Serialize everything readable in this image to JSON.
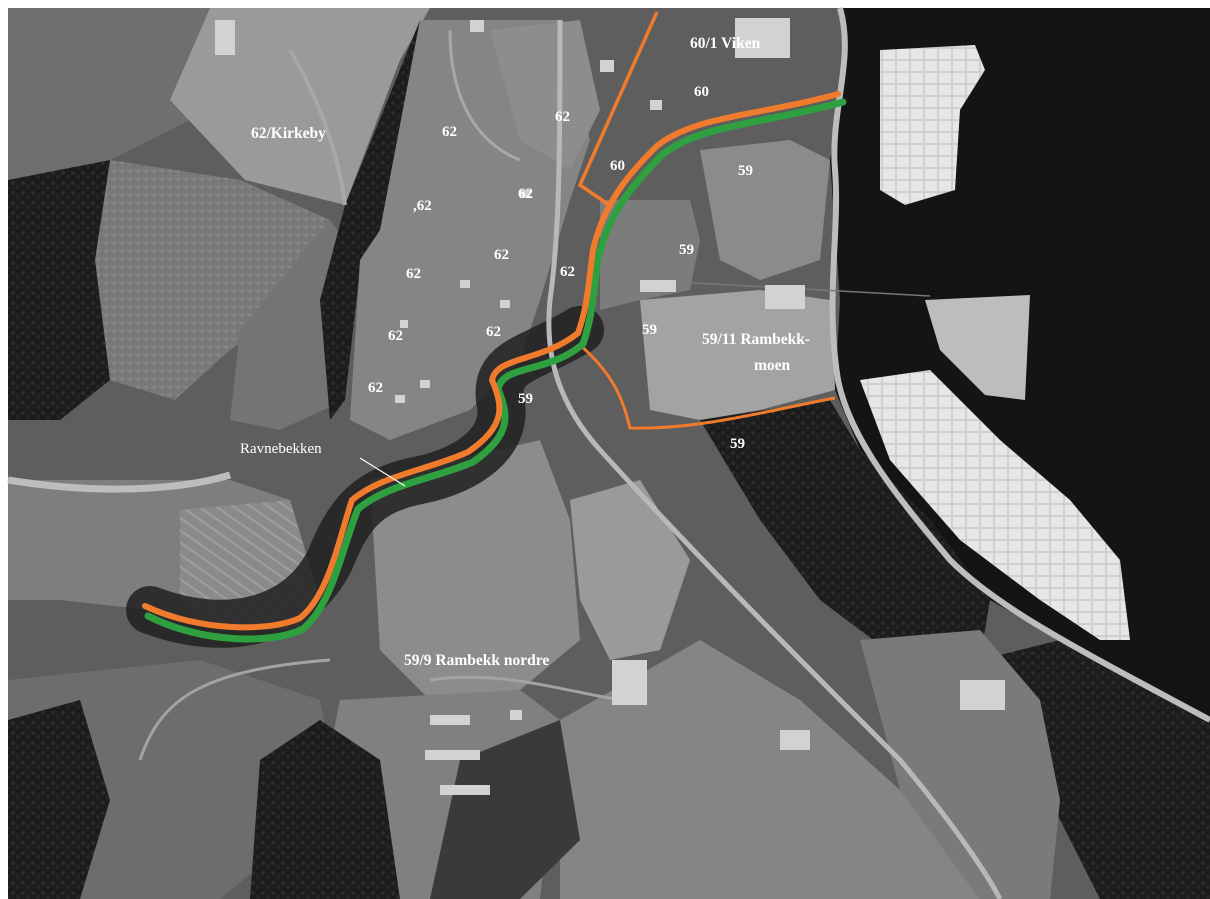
{
  "map": {
    "stream_name": "Ravnebekken",
    "colors": {
      "orange_line": "#f07b2d",
      "green_line": "#2fa040",
      "label": "#ffffff",
      "water": "#141414"
    },
    "labels": {
      "kirkeby": "62/Kirkeby",
      "viken": "60/1 Viken",
      "rambekkmoen_1": "59/11 Rambekk-",
      "rambekkmoen_2": "moen",
      "rambekk_nordre": "59/9 Rambekk nordre",
      "n62": "62",
      "n62b": ",62",
      "n60": "60",
      "n59": "59"
    }
  }
}
